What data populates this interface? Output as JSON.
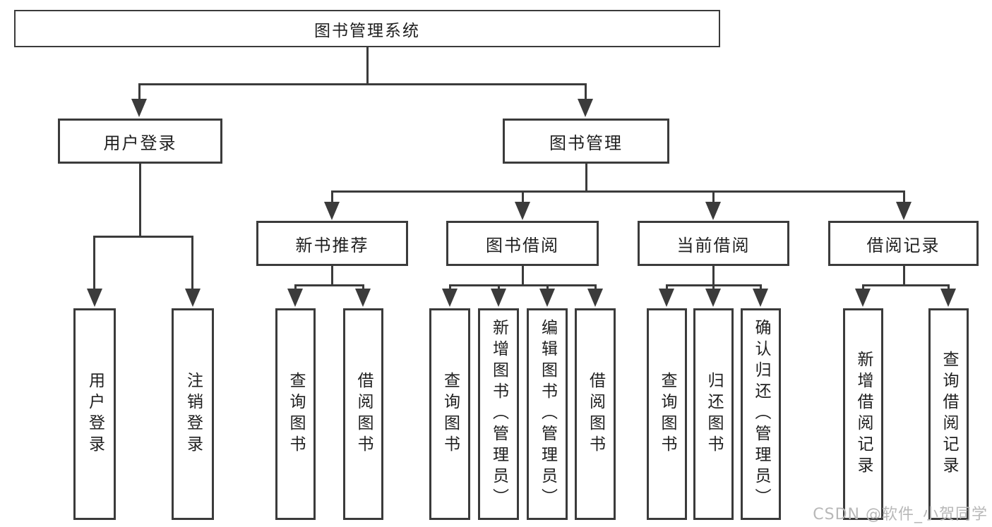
{
  "diagram": {
    "type": "hierarchy-tree",
    "root": {
      "label": "图书管理系统",
      "children": [
        {
          "label": "用户登录",
          "children": [
            {
              "label": "用户登录"
            },
            {
              "label": "注销登录"
            }
          ]
        },
        {
          "label": "图书管理",
          "children": [
            {
              "label": "新书推荐",
              "children": [
                {
                  "label": "查询图书"
                },
                {
                  "label": "借阅图书"
                }
              ]
            },
            {
              "label": "图书借阅",
              "children": [
                {
                  "label": "查询图书"
                },
                {
                  "label": "新增图书（管理员）"
                },
                {
                  "label": "编辑图书（管理员）"
                },
                {
                  "label": "借阅图书"
                }
              ]
            },
            {
              "label": "当前借阅",
              "children": [
                {
                  "label": "查询图书"
                },
                {
                  "label": "归还图书"
                },
                {
                  "label": "确认归还（管理员）"
                }
              ]
            },
            {
              "label": "借阅记录",
              "children": [
                {
                  "label": "新增借阅记录"
                },
                {
                  "label": "查询借阅记录"
                }
              ]
            }
          ]
        }
      ]
    }
  },
  "watermark": {
    "text": "CSDN @软件_小贺同学"
  },
  "colors": {
    "line": "#3b3b3b",
    "text": "#1f1f1f",
    "box_bg": "#ffffff",
    "page_bg": "#ffffff",
    "watermark": "#b8b8b8"
  }
}
